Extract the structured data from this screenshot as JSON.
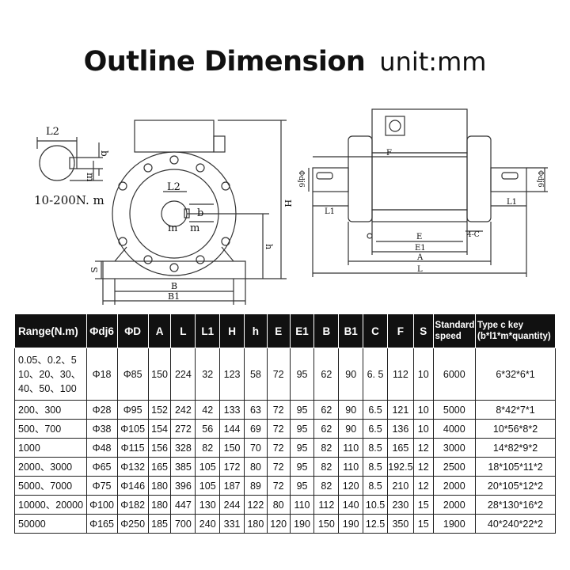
{
  "title": {
    "main": "Outline Dimension",
    "unit": "unit:mm"
  },
  "drawing": {
    "key_detail": {
      "l2": "L2",
      "b": "b",
      "m": "m",
      "caption": "10-200N. m"
    },
    "front_view": {
      "l2": "L2",
      "b": "b",
      "m_left": "m",
      "m_right": "m",
      "H": "H",
      "h": "h",
      "S": "S",
      "B": "B",
      "B1": "B1"
    },
    "side_view": {
      "F": "F",
      "phi_left": "Φdj6",
      "phi_right": "Φdj6",
      "L1_left": "L1",
      "L1_right": "L1",
      "E": "E",
      "E1": "E1",
      "A": "A",
      "L": "L",
      "C": "4-C"
    }
  },
  "table": {
    "headers": [
      "Range(N.m)",
      "Φdj6",
      "ΦD",
      "A",
      "L",
      "L1",
      "H",
      "h",
      "E",
      "E1",
      "B",
      "B1",
      "C",
      "F",
      "S",
      "Standard speed",
      "Type c key (b*l1*m*quantity)"
    ],
    "rows": [
      [
        "0.05、0.2、5 10、20、30、 40、50、100",
        "Φ18",
        "Φ85",
        "150",
        "224",
        "32",
        "123",
        "58",
        "72",
        "95",
        "62",
        "90",
        "6. 5",
        "112",
        "10",
        "6000",
        "6*32*6*1"
      ],
      [
        "200、300",
        "Φ28",
        "Φ95",
        "152",
        "242",
        "42",
        "133",
        "63",
        "72",
        "95",
        "62",
        "90",
        "6.5",
        "121",
        "10",
        "5000",
        "8*42*7*1"
      ],
      [
        "500、700",
        "Φ38",
        "Φ105",
        "154",
        "272",
        "56",
        "144",
        "69",
        "72",
        "95",
        "62",
        "90",
        "6.5",
        "136",
        "10",
        "4000",
        "10*56*8*2"
      ],
      [
        "1000",
        "Φ48",
        "Φ115",
        "156",
        "328",
        "82",
        "150",
        "70",
        "72",
        "95",
        "82",
        "110",
        "8.5",
        "165",
        "12",
        "3000",
        "14*82*9*2"
      ],
      [
        "2000、3000",
        "Φ65",
        "Φ132",
        "165",
        "385",
        "105",
        "172",
        "80",
        "72",
        "95",
        "82",
        "110",
        "8.5",
        "192.5",
        "12",
        "2500",
        "18*105*11*2"
      ],
      [
        "5000、7000",
        "Φ75",
        "Φ146",
        "180",
        "396",
        "105",
        "187",
        "89",
        "72",
        "95",
        "82",
        "120",
        "8.5",
        "210",
        "12",
        "2000",
        "20*105*12*2"
      ],
      [
        "10000、20000",
        "Φ100",
        "Φ182",
        "180",
        "447",
        "130",
        "244",
        "122",
        "80",
        "110",
        "112",
        "140",
        "10.5",
        "230",
        "15",
        "2000",
        "28*130*16*2"
      ],
      [
        "50000",
        "Φ165",
        "Φ250",
        "185",
        "700",
        "240",
        "331",
        "180",
        "120",
        "190",
        "150",
        "190",
        "12.5",
        "350",
        "15",
        "1900",
        "40*240*22*2"
      ]
    ]
  }
}
